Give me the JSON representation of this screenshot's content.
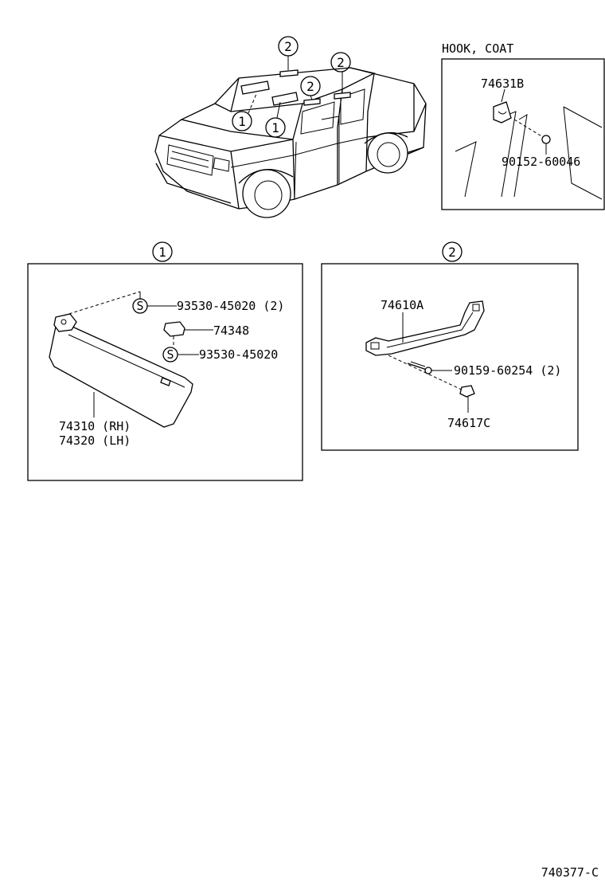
{
  "overview": {
    "callouts": {
      "one": "1",
      "two": "2"
    }
  },
  "hook_coat": {
    "title": "HOOK, COAT",
    "hook_part": "74631B",
    "screw_part": "90152-60046"
  },
  "sun_visor": {
    "callout": "1",
    "screw_a": "93530-45020 (2)",
    "bracket_part": "74348",
    "screw_b": "93530-45020",
    "screw_symbol": "S",
    "visor_rh": "74310 (RH)",
    "visor_lh": "74320 (LH)"
  },
  "assist_grip": {
    "callout": "2",
    "grip_part": "74610A",
    "screw_part": "90159-60254 (2)",
    "clip_part": "74617C"
  },
  "figure_id": "740377-C"
}
